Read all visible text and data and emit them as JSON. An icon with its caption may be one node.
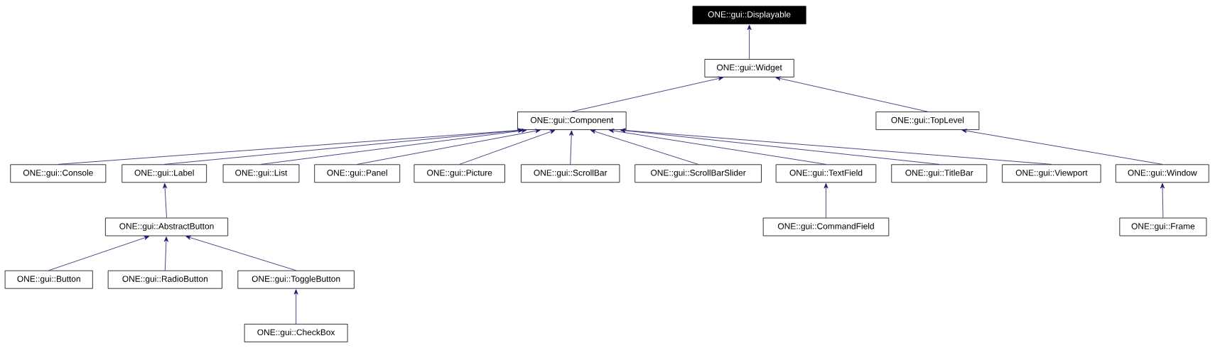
{
  "diagram": {
    "nodes": [
      {
        "text": [
          "ONE::gui::Displayable"
        ]
      },
      {
        "text": [
          "ONE::gui::Widget"
        ]
      },
      {
        "text": [
          "ONE::gui::Component"
        ]
      },
      {
        "text": [
          "ONE::gui::TopLevel"
        ]
      },
      {
        "text": [
          "ONE::gui::Console"
        ]
      },
      {
        "text": [
          "ONE::gui::Label"
        ]
      },
      {
        "text": [
          "ONE::gui::List"
        ]
      },
      {
        "text": [
          "ONE::gui::Panel"
        ]
      },
      {
        "text": [
          "ONE::gui::Picture"
        ]
      },
      {
        "text": [
          "ONE::gui::ScrollBar"
        ]
      },
      {
        "text": [
          "ONE::gui::ScrollBarSlider"
        ]
      },
      {
        "text": [
          "ONE::gui::TextField"
        ]
      },
      {
        "text": [
          "ONE::gui::TitleBar"
        ]
      },
      {
        "text": [
          "ONE::gui::Viewport"
        ]
      },
      {
        "text": [
          "ONE::gui::Window"
        ]
      },
      {
        "text": [
          "ONE::gui::AbstractButton"
        ]
      },
      {
        "text": [
          "ONE::gui::CommandField"
        ]
      },
      {
        "text": [
          "ONE::gui::Frame"
        ]
      },
      {
        "text": [
          "ONE::gui::Button"
        ]
      },
      {
        "text": [
          "ONE::gui::RadioButton"
        ]
      },
      {
        "text": [
          "ONE::gui::ToggleButton"
        ]
      },
      {
        "text": [
          "ONE::gui::CheckBox"
        ]
      }
    ],
    "edges": [
      {
        "from": 1,
        "to": 0,
        "arrow": "to"
      },
      {
        "from": 2,
        "to": 1,
        "arrow": "to"
      },
      {
        "from": 3,
        "to": 1,
        "arrow": "to"
      },
      {
        "from": 4,
        "to": 2,
        "arrow": "to"
      },
      {
        "from": 5,
        "to": 2,
        "arrow": "to"
      },
      {
        "from": 6,
        "to": 2,
        "arrow": "to"
      },
      {
        "from": 7,
        "to": 2,
        "arrow": "to"
      },
      {
        "from": 8,
        "to": 2,
        "arrow": "to"
      },
      {
        "from": 9,
        "to": 2,
        "arrow": "to"
      },
      {
        "from": 10,
        "to": 2,
        "arrow": "to"
      },
      {
        "from": 11,
        "to": 2,
        "arrow": "to"
      },
      {
        "from": 12,
        "to": 2,
        "arrow": "to"
      },
      {
        "from": 13,
        "to": 2,
        "arrow": "to"
      },
      {
        "from": 14,
        "to": 3,
        "arrow": "to"
      },
      {
        "from": 15,
        "to": 5,
        "arrow": "to"
      },
      {
        "from": 16,
        "to": 11,
        "arrow": "to"
      },
      {
        "from": 17,
        "to": 14,
        "arrow": "to"
      },
      {
        "from": 18,
        "to": 15,
        "arrow": "to"
      },
      {
        "from": 19,
        "to": 15,
        "arrow": "to"
      },
      {
        "from": 20,
        "to": 15,
        "arrow": "to"
      },
      {
        "from": 21,
        "to": 20,
        "arrow": "to"
      }
    ]
  }
}
